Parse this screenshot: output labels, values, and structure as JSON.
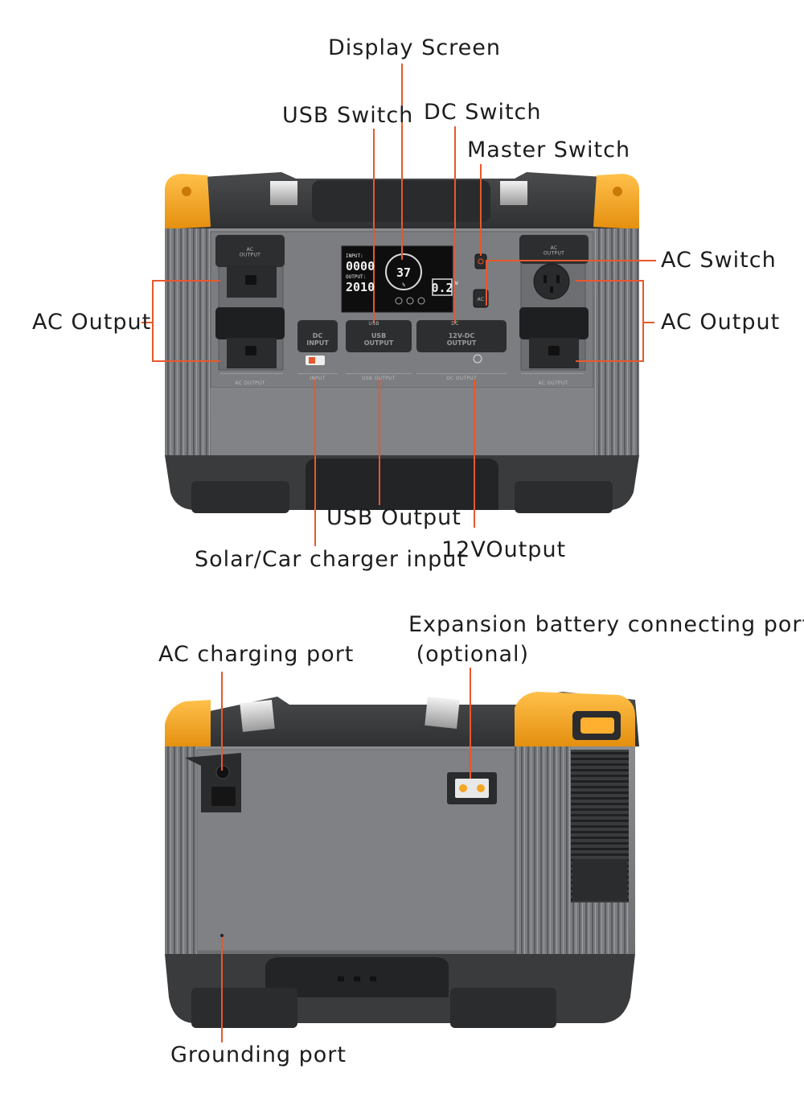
{
  "callouts": {
    "display_screen": "Display Screen",
    "usb_switch": "USB Switch",
    "dc_switch": "DC Switch",
    "master_switch": "Master Switch",
    "ac_switch": "AC Switch",
    "ac_output_left": "AC Output",
    "ac_output_right": "AC Output",
    "usb_output": "USB Output",
    "twelve_v_output": "12VOutput",
    "solar_car_input": "Solar/Car charger input",
    "expansion_port_line1": "Expansion battery connecting port",
    "expansion_port_line2": " (optional)",
    "ac_charging_port": "AC charging port",
    "grounding_port": "Grounding port"
  },
  "device_panel": {
    "ac_output_cover": "AC\nOUTPUT",
    "dc_input_cover": "DC\nINPUT",
    "usb_output_cover": "USB\nOUTPUT",
    "dc_output_cover": "12V-DC\nOUTPUT",
    "ac_output_strip": "AC OUTPUT",
    "input_strip": "INPUT",
    "usb_output_strip": "USB OUTPUT",
    "dc_output_strip": "DC OUTPUT",
    "usb_switch_label": "USB",
    "dc_switch_label": "DC",
    "ac_switch_label": "AC"
  },
  "lcd": {
    "input_label": "INPUT:",
    "input_value": "0000",
    "output_label": "OUTPUT:",
    "output_value": "2010",
    "battery_percent": "37",
    "percent_sign": "%",
    "right_value": "0.2",
    "unit_w": "W"
  },
  "colors": {
    "accent_orange": "#f5a623",
    "body_gray": "#7d7f82",
    "dark_gray": "#3b3c3e",
    "callout_line": "#e8582c",
    "text": "#1d1d1d"
  }
}
